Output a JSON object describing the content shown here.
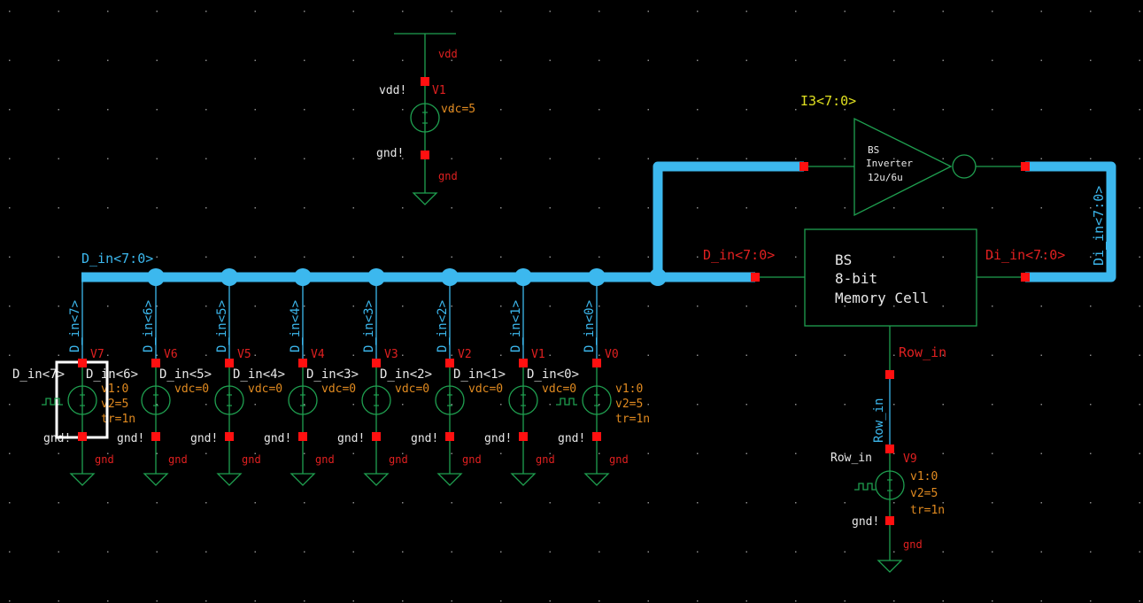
{
  "colors": {
    "background": "#000000",
    "wire": "#1fa050",
    "bus": "#3cb8ee",
    "pin": "#ff1010",
    "net_label": "#e8e8e8",
    "pin_label": "#e02020",
    "param": "#e08a20",
    "instance_label": "#e0e020",
    "grid_dot": "#8a8a8a",
    "selection": "#ffffff"
  },
  "supply": {
    "instance": "V1",
    "param": "vdc=5",
    "top_net": "vdd",
    "top_pin_net": "vdd!",
    "bottom_pin_net": "gnd!",
    "ground": "gnd"
  },
  "bus": {
    "label": "D_in<7:0>"
  },
  "sources": [
    {
      "instance": "V7",
      "net": "D_in<7>",
      "bus_tap": "D_in<7>",
      "type": "pulse",
      "params": [
        "v1:0",
        "v2=5",
        "tr=1n"
      ],
      "gnd_net": "gnd!",
      "ground": "gnd",
      "selected": true
    },
    {
      "instance": "V6",
      "net": "D_in<6>",
      "bus_tap": "D_in<6>",
      "type": "dc",
      "params": [
        "vdc=0"
      ],
      "gnd_net": "gnd!",
      "ground": "gnd",
      "selected": false
    },
    {
      "instance": "V5",
      "net": "D_in<5>",
      "bus_tap": "D_in<5>",
      "type": "dc",
      "params": [
        "vdc=0"
      ],
      "gnd_net": "gnd!",
      "ground": "gnd",
      "selected": false
    },
    {
      "instance": "V4",
      "net": "D_in<4>",
      "bus_tap": "D_in<4>",
      "type": "dc",
      "params": [
        "vdc=0"
      ],
      "gnd_net": "gnd!",
      "ground": "gnd",
      "selected": false
    },
    {
      "instance": "V3",
      "net": "D_in<3>",
      "bus_tap": "D_in<3>",
      "type": "dc",
      "params": [
        "vdc=0"
      ],
      "gnd_net": "gnd!",
      "ground": "gnd",
      "selected": false
    },
    {
      "instance": "V2",
      "net": "D_in<2>",
      "bus_tap": "D_in<2>",
      "type": "dc",
      "params": [
        "vdc=0"
      ],
      "gnd_net": "gnd!",
      "ground": "gnd",
      "selected": false
    },
    {
      "instance": "V1",
      "net": "D_in<1>",
      "bus_tap": "D_in<1>",
      "type": "dc",
      "params": [
        "vdc=0"
      ],
      "gnd_net": "gnd!",
      "ground": "gnd",
      "selected": false
    },
    {
      "instance": "V0",
      "net": "D_in<0>",
      "bus_tap": "D_in<0>",
      "type": "pulse",
      "params": [
        "v1:0",
        "v2=5",
        "tr=1n"
      ],
      "gnd_net": "gnd!",
      "ground": "gnd",
      "selected": false
    }
  ],
  "inverter": {
    "instance": "I3<7:0>",
    "lines": [
      "BS",
      "Inverter",
      "12u/6u"
    ]
  },
  "memory_cell": {
    "lines": [
      "BS",
      "8-bit",
      "Memory Cell"
    ],
    "input_pin": "D_in<7:0>",
    "output_pin": "Di_in<7:0>",
    "row_pin": "Row_in",
    "feedback_bus_label": "Di_in<7:0>"
  },
  "row_source": {
    "instance": "V9",
    "net": "Row_in",
    "wire_label": "Row_in",
    "params": [
      "v1:0",
      "v2=5",
      "tr=1n"
    ],
    "gnd_net": "gnd!",
    "ground": "gnd"
  }
}
